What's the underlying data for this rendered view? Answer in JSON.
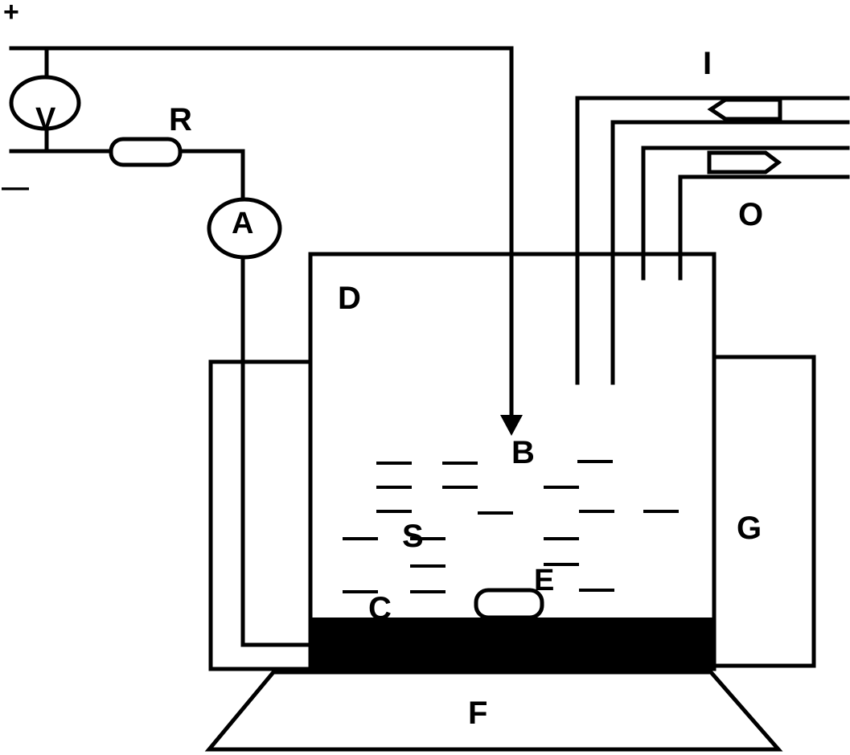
{
  "labels": {
    "plus": "+",
    "minus": "—",
    "voltmeter": "V",
    "resistor": "R",
    "ammeter": "A",
    "vessel": "D",
    "electrode_b": "B",
    "solution": "S",
    "cathode": "C",
    "sample": "E",
    "outer_bath": "G",
    "base": "F",
    "inlet": "I",
    "outlet": "O"
  }
}
